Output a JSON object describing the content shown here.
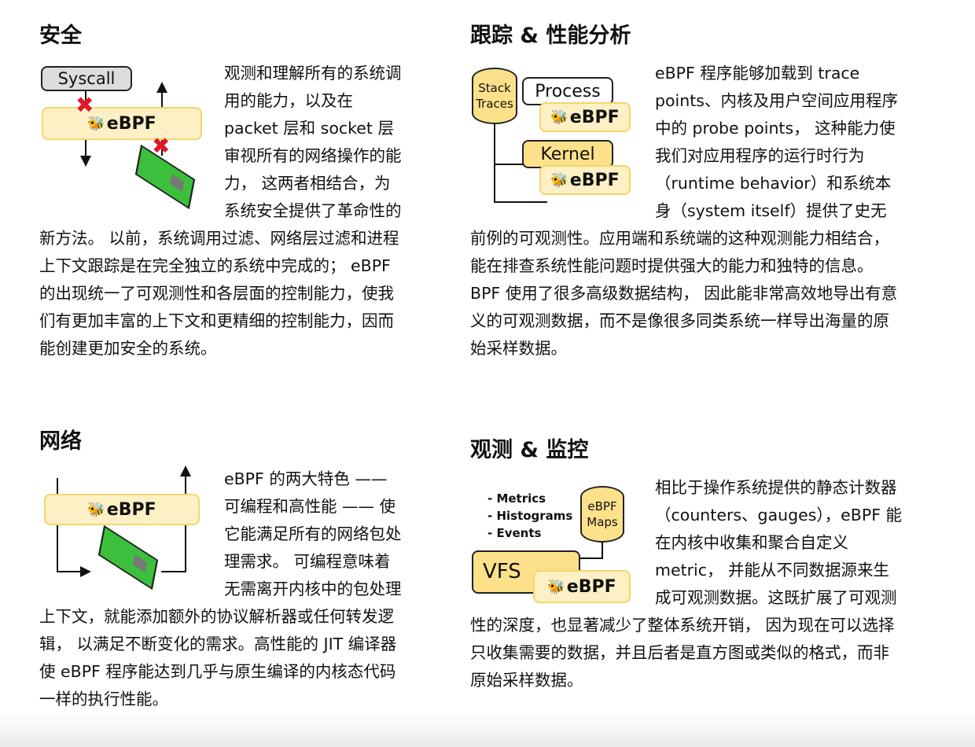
{
  "sections": [
    {
      "title": "安全",
      "body": "观测和理解所有的系统调用的能力，以及在 packet 层和 socket 层审视所有的网络操作的能力， 这两者相结合，为系统安全提供了革命性的新方法。 以前，系统调用过滤、网络层过滤和进程上下文跟踪是在完全独立的系统中完成的； eBPF 的出现统一了可观测性和各层面的控制能力，使我们有更加丰富的上下文和更精细的控制能力，因而能创建更加安全的系统。",
      "diagram": {
        "syscall": "Syscall",
        "ebpf": "eBPF"
      }
    },
    {
      "title": "跟踪 & 性能分析",
      "body": "eBPF 程序能够加载到 trace points、内核及用户空间应用程序中的 probe points， 这种能力使我们对应用程序的运行时行为（runtime behavior）和系统本身（system itself）提供了史无前例的可观测性。应用端和系统端的这种观测能力相结合， 能在排查系统性能问题时提供强大的能力和独特的信息。BPF 使用了很多高级数据结构， 因此能非常高效地导出有意义的可观测数据，而不是像很多同类系统一样导出海量的原始采样数据。",
      "diagram": {
        "stack": "Stack Traces",
        "process": "Process",
        "kernel": "Kernel",
        "ebpf": "eBPF"
      }
    },
    {
      "title": "网络",
      "body": "eBPF 的两大特色 —— 可编程和高性能 —— 使它能满足所有的网络包处理需求。 可编程意味着无需离开内核中的包处理上下文，就能添加额外的协议解析器或任何转发逻辑， 以满足不断变化的需求。高性能的 JIT 编译器使 eBPF 程序能达到几乎与原生编译的内核态代码一样的执行性能。",
      "diagram": {
        "ebpf": "eBPF"
      }
    },
    {
      "title": "观测 & 监控",
      "body": "相比于操作系统提供的静态计数器（counters、gauges），eBPF 能在内核中收集和聚合自定义 metric， 并能从不同数据源来生成可观测数据。这既扩展了可观测性的深度，也显著减少了整体系统开销， 因为现在可以选择只收集需要的数据，并且后者是直方图或类似的格式，而非原始采样数据。",
      "diagram": {
        "list": [
          "- Metrics",
          "- Histograms",
          "- Events"
        ],
        "maps": "eBPF Maps",
        "vfs": "VFS",
        "ebpf": "eBPF"
      }
    }
  ]
}
